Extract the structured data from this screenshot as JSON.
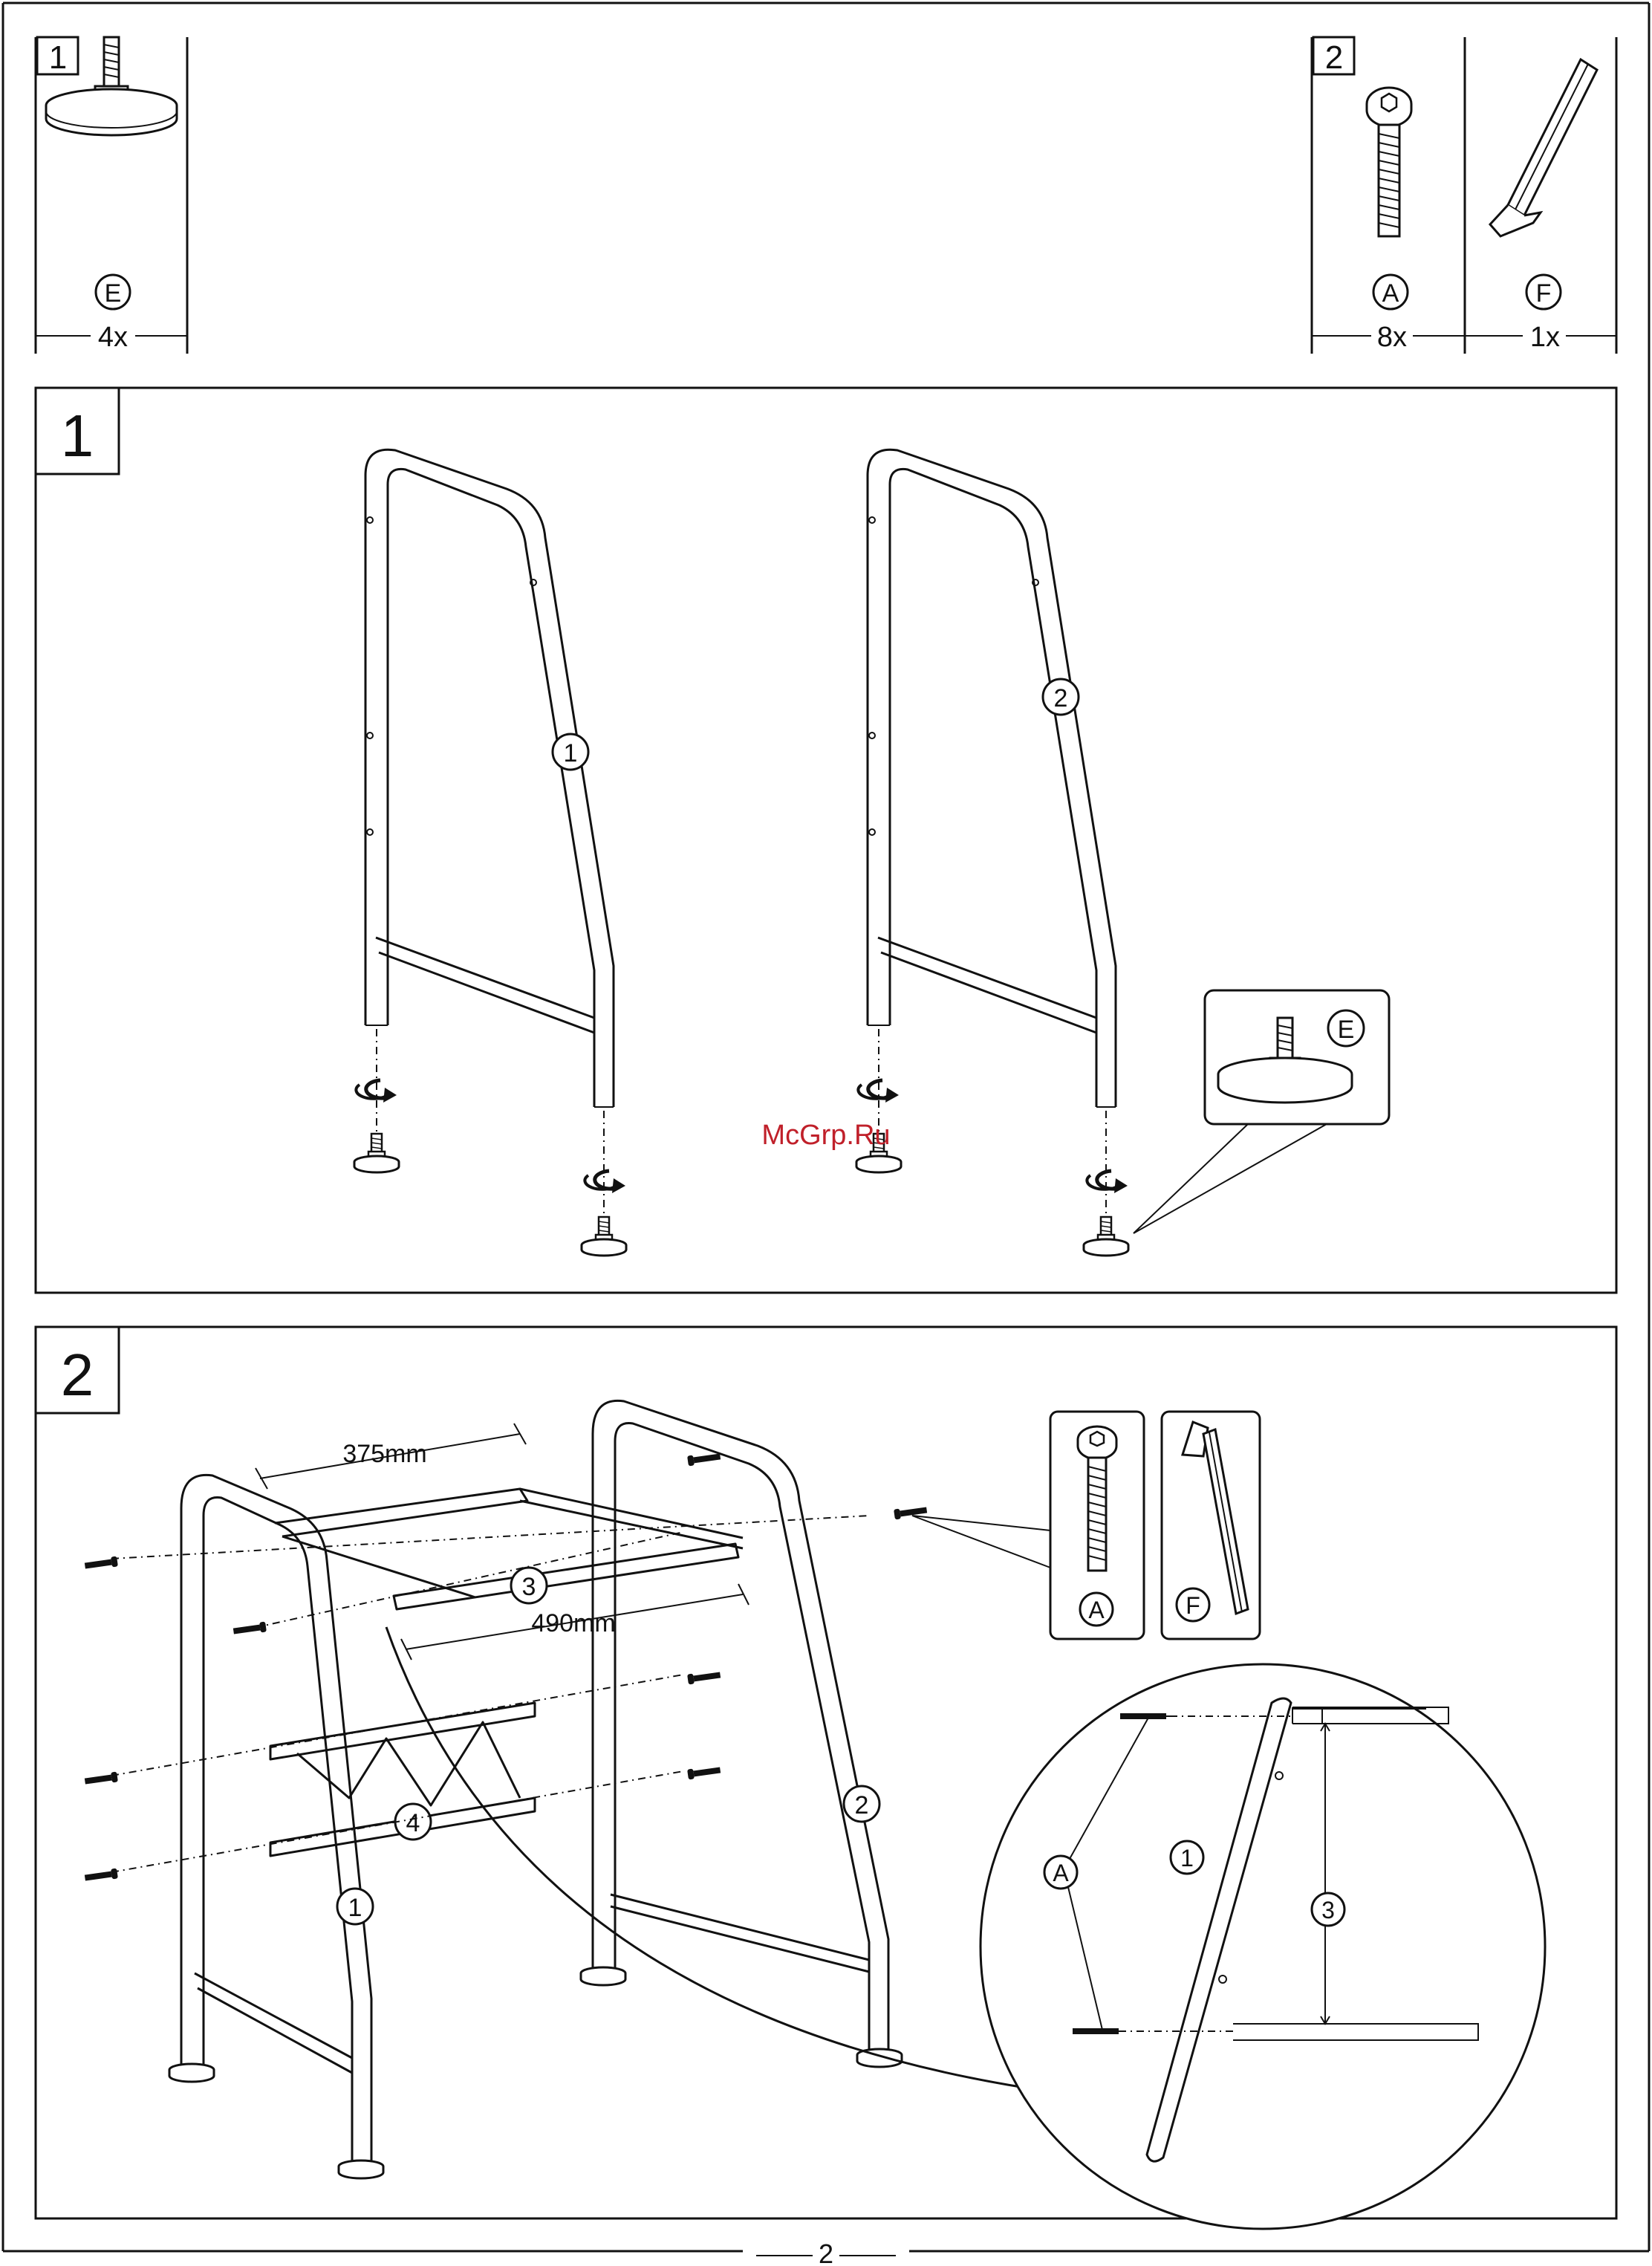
{
  "watermark": "McGrp.Ru",
  "page_number": "2",
  "parts_left": {
    "box_number": "1",
    "part_letter": "E",
    "quantity": "4x"
  },
  "parts_right": {
    "box_number": "2",
    "bolt_letter": "A",
    "bolt_quantity": "8x",
    "key_letter": "F",
    "key_quantity": "1x"
  },
  "step1": {
    "number": "1",
    "frame_left_label": "1",
    "frame_right_label": "2",
    "callout_letter": "E"
  },
  "step2": {
    "number": "2",
    "dim_depth": "375mm",
    "dim_width": "490mm",
    "bar_upper_label": "3",
    "bar_lower_label": "4",
    "frame_left_label": "1",
    "frame_right_label": "2",
    "inset_bolt_letter": "A",
    "inset_key_letter": "F",
    "detail_bolt_letter": "A",
    "detail_frame_label": "1",
    "detail_bar_label": "3"
  },
  "icons": [
    "leveling-foot-icon",
    "bolt-icon",
    "hex-key-icon",
    "rotate-arrow-icon"
  ]
}
